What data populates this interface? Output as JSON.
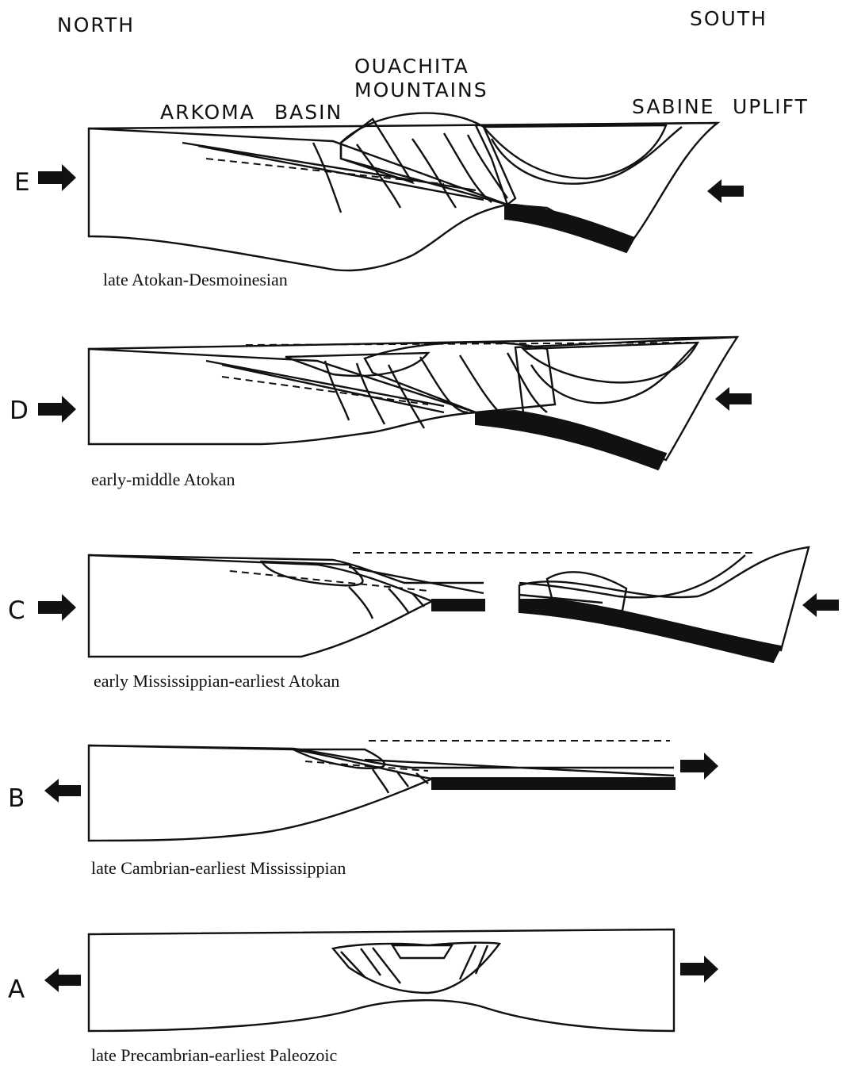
{
  "header": {
    "north": "NORTH",
    "south": "SOUTH"
  },
  "geo_labels": {
    "arkoma": "ARKOMA",
    "basin": "BASIN",
    "ouachita_line1": "OUACHITA",
    "ouachita_line2": "MOUNTAINS",
    "sabine": "SABINE",
    "uplift": "UPLIFT"
  },
  "stages": [
    {
      "letter": "E",
      "caption": "late Atokan-Desmoinesian"
    },
    {
      "letter": "D",
      "caption": "early-middle Atokan"
    },
    {
      "letter": "C",
      "caption": "early Mississippian-earliest Atokan"
    },
    {
      "letter": "B",
      "caption": "late Cambrian-earliest Mississippian"
    },
    {
      "letter": "A",
      "caption": "late Precambrian-earliest Paleozoic"
    }
  ],
  "icons": {
    "stage_arrow": "arrow-icon",
    "large_dot_pattern": "continental-crust-pattern",
    "fine_dot_pattern": "sediment-pattern"
  }
}
